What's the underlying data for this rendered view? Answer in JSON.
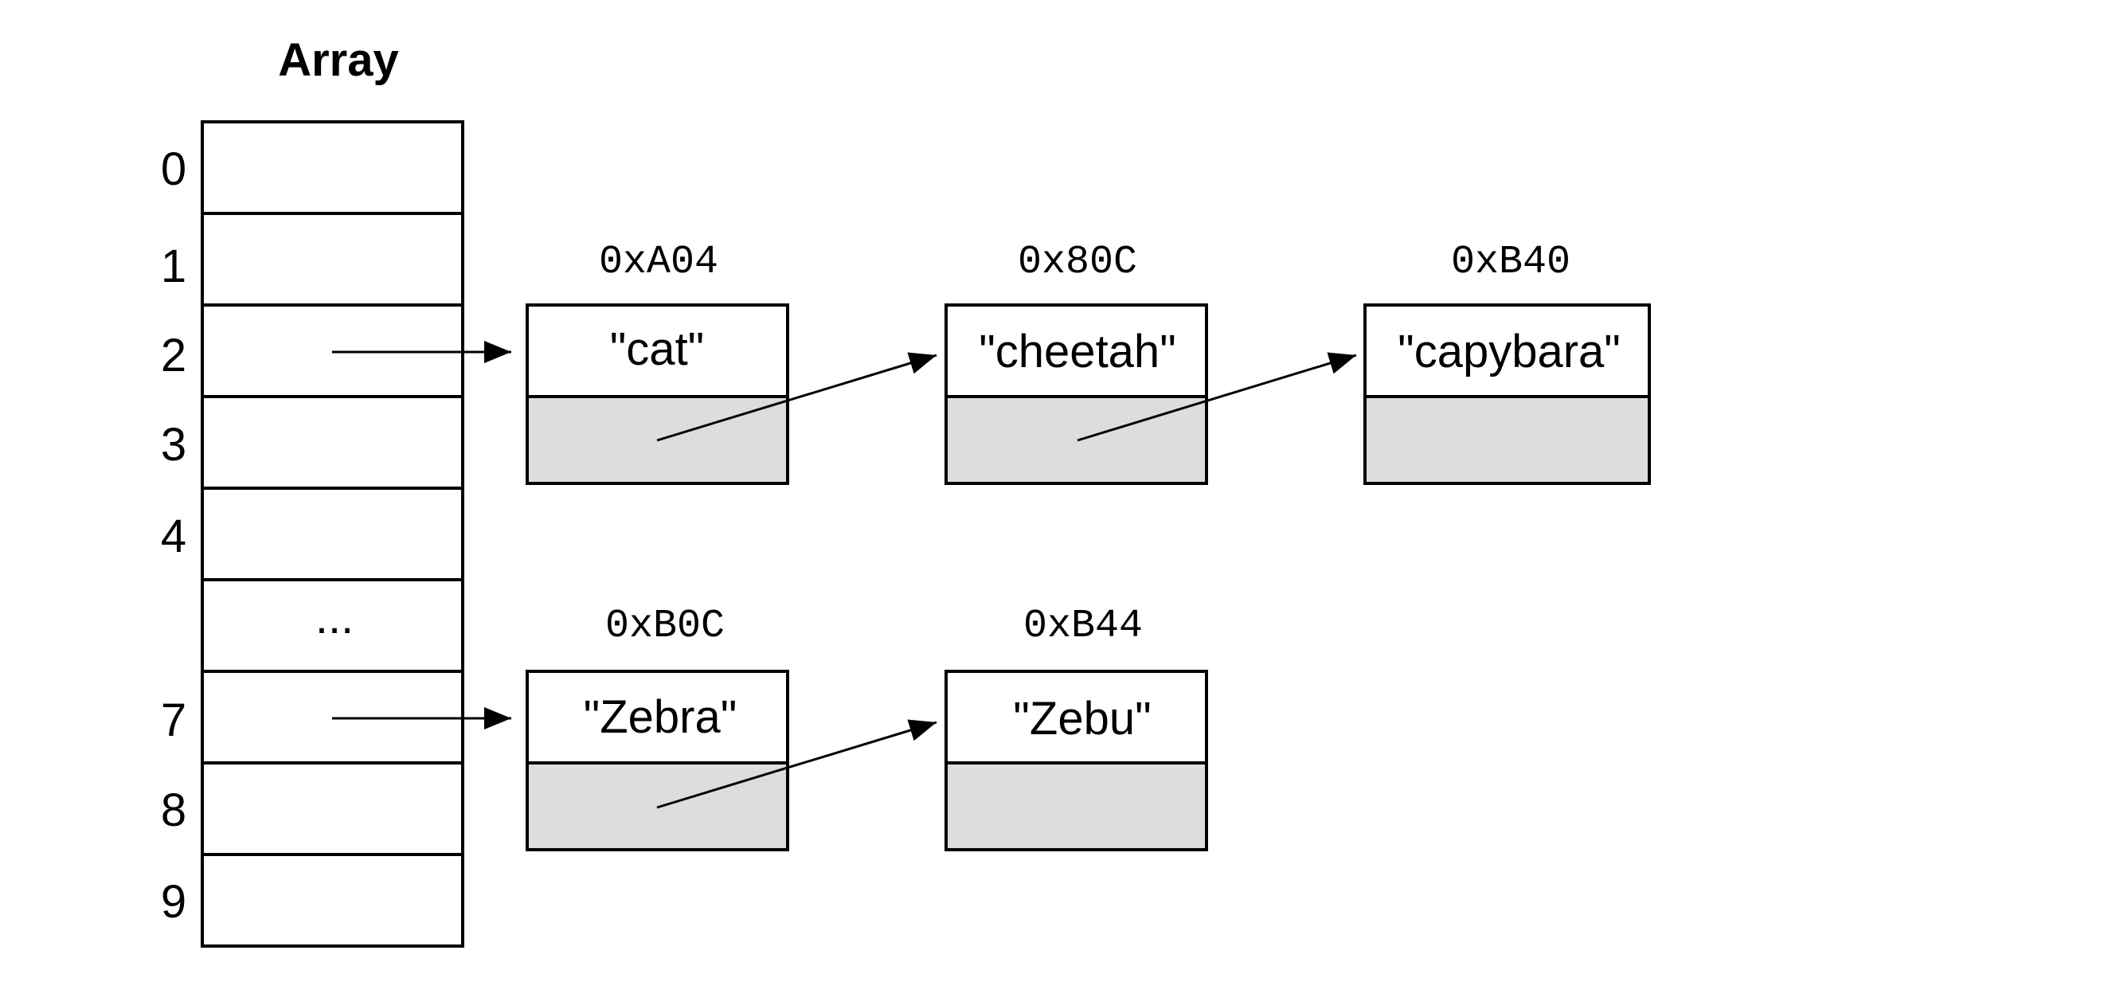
{
  "array": {
    "title": "Array",
    "slots": [
      {
        "index": "0",
        "label": ""
      },
      {
        "index": "1",
        "label": ""
      },
      {
        "index": "2",
        "label": ""
      },
      {
        "index": "3",
        "label": ""
      },
      {
        "index": "4",
        "label": ""
      },
      {
        "index": "",
        "label": "..."
      },
      {
        "index": "7",
        "label": ""
      },
      {
        "index": "8",
        "label": ""
      },
      {
        "index": "9",
        "label": ""
      }
    ]
  },
  "nodes": [
    {
      "id": "cat",
      "address": "0xA04",
      "value": "\"cat\""
    },
    {
      "id": "cheetah",
      "address": "0x80C",
      "value": "\"cheetah\""
    },
    {
      "id": "capybara",
      "address": "0xB40",
      "value": "\"capybara\""
    },
    {
      "id": "zebra",
      "address": "0xB0C",
      "value": "\"Zebra\""
    },
    {
      "id": "zebu",
      "address": "0xB44",
      "value": "\"Zebu\""
    }
  ],
  "colors": {
    "pointer_fill": "#dddddd",
    "stroke": "#000000"
  }
}
